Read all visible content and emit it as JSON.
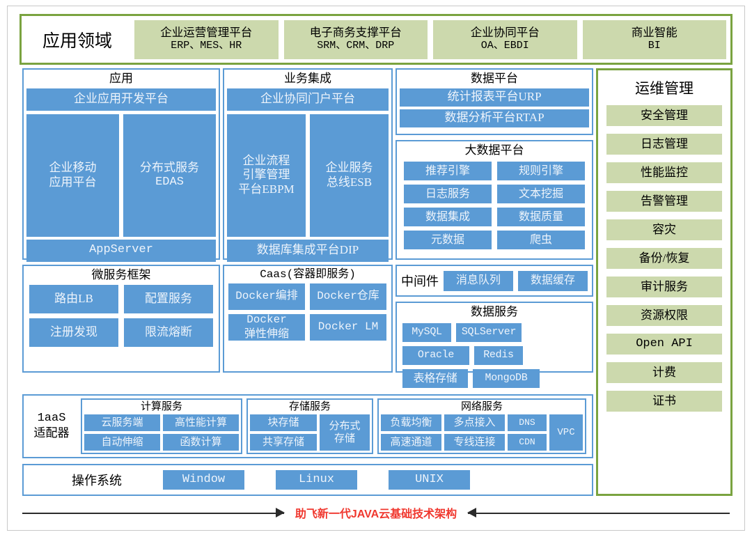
{
  "application_domain": {
    "label": "应用领域",
    "items": [
      {
        "line1": "企业运营管理平台",
        "line2": "ERP、MES、HR"
      },
      {
        "line1": "电子商务支撑平台",
        "line2": "SRM、CRM、DRP"
      },
      {
        "line1": "企业协同平台",
        "line2": "OA、EBDI"
      },
      {
        "line1": "商业智能",
        "line2": "BI"
      }
    ]
  },
  "application": {
    "title": "应用",
    "top_bar": "企业应用开发平台",
    "left": {
      "line1": "企业移动",
      "line2": "应用平台"
    },
    "right": {
      "line1": "分布式服务",
      "line2": "EDAS"
    },
    "bottom_bar": "AppServer"
  },
  "business_integration": {
    "title": "业务集成",
    "top_bar": "企业协同门户平台",
    "left": {
      "line1": "企业流程",
      "line2": "引擎管理",
      "line3": "平台EBPM"
    },
    "right": {
      "line1": "企业服务",
      "line2": "总线ESB"
    },
    "bottom_bar": "数据库集成平台DIP"
  },
  "data_platform": {
    "title": "数据平台",
    "bars": [
      "统计报表平台URP",
      "数据分析平台RTAP"
    ]
  },
  "big_data_platform": {
    "title": "大数据平台",
    "items": [
      "推荐引擎",
      "规则引擎",
      "日志服务",
      "文本挖掘",
      "数据集成",
      "数据质量",
      "元数据",
      "爬虫"
    ]
  },
  "microservice": {
    "title": "微服务框架",
    "items": [
      "路由LB",
      "配置服务",
      "注册发现",
      "限流熔断"
    ]
  },
  "caas": {
    "title": "Caas(容器即服务)",
    "items": [
      {
        "text": "Docker编排",
        "mono": false
      },
      {
        "text": "Docker仓库",
        "mono": false
      },
      {
        "line1": "Docker",
        "line2": "弹性伸缩",
        "mono": false
      },
      {
        "text": "Docker LM",
        "mono": true
      }
    ]
  },
  "middleware": {
    "label": "中间件",
    "items": [
      "消息队列",
      "数据缓存"
    ]
  },
  "data_service": {
    "title": "数据服务",
    "items": [
      {
        "text": "MySQL",
        "mono": true,
        "w": "w1"
      },
      {
        "text": "SQLServer",
        "mono": true,
        "w": "w2"
      },
      {
        "text": "Oracle",
        "mono": true,
        "w": "w3"
      },
      {
        "text": "Redis",
        "mono": true,
        "w": "w1"
      },
      {
        "text": "表格存储",
        "mono": false,
        "w": "w2"
      },
      {
        "text": "MongoDB",
        "mono": true,
        "w": "w3"
      }
    ]
  },
  "iaas": {
    "label_en": "1aaS",
    "label_cn": "适配器",
    "compute": {
      "title": "计算服务",
      "items": [
        "云服务端",
        "高性能计算",
        "自动伸缩",
        "函数计算"
      ]
    },
    "storage": {
      "title": "存储服务",
      "items": [
        "块存储",
        "共享存储"
      ],
      "tall": {
        "line1": "分布式",
        "line2": "存储"
      }
    },
    "network": {
      "title": "网络服务",
      "col1": [
        "负载均衡",
        "高速通道"
      ],
      "col2": [
        "多点接入",
        "专线连接"
      ],
      "col3": [
        "DNS",
        "CDN"
      ],
      "tall": "VPC"
    }
  },
  "operating_system": {
    "label": "操作系统",
    "items": [
      "Window",
      "Linux",
      "UNIX"
    ]
  },
  "ops_management": {
    "title": "运维管理",
    "items": [
      {
        "text": "安全管理",
        "mono": false
      },
      {
        "text": "日志管理",
        "mono": false
      },
      {
        "text": "性能监控",
        "mono": false
      },
      {
        "text": "告警管理",
        "mono": false
      },
      {
        "text": "容灾",
        "mono": false
      },
      {
        "text": "备份/恢复",
        "mono": false
      },
      {
        "text": "审计服务",
        "mono": false
      },
      {
        "text": "资源权限",
        "mono": false
      },
      {
        "text": "Open API",
        "mono": true
      },
      {
        "text": "计费",
        "mono": false
      },
      {
        "text": "证书",
        "mono": false
      }
    ]
  },
  "footer": {
    "text": "助飞新一代JAVA云基础技术架构"
  },
  "colors": {
    "green_fill": "#ccd9ad",
    "green_border": "#7aa340",
    "blue_fill": "#5b9bd5",
    "blue_border": "#5b9bd5",
    "footer_text": "#f0382f"
  }
}
